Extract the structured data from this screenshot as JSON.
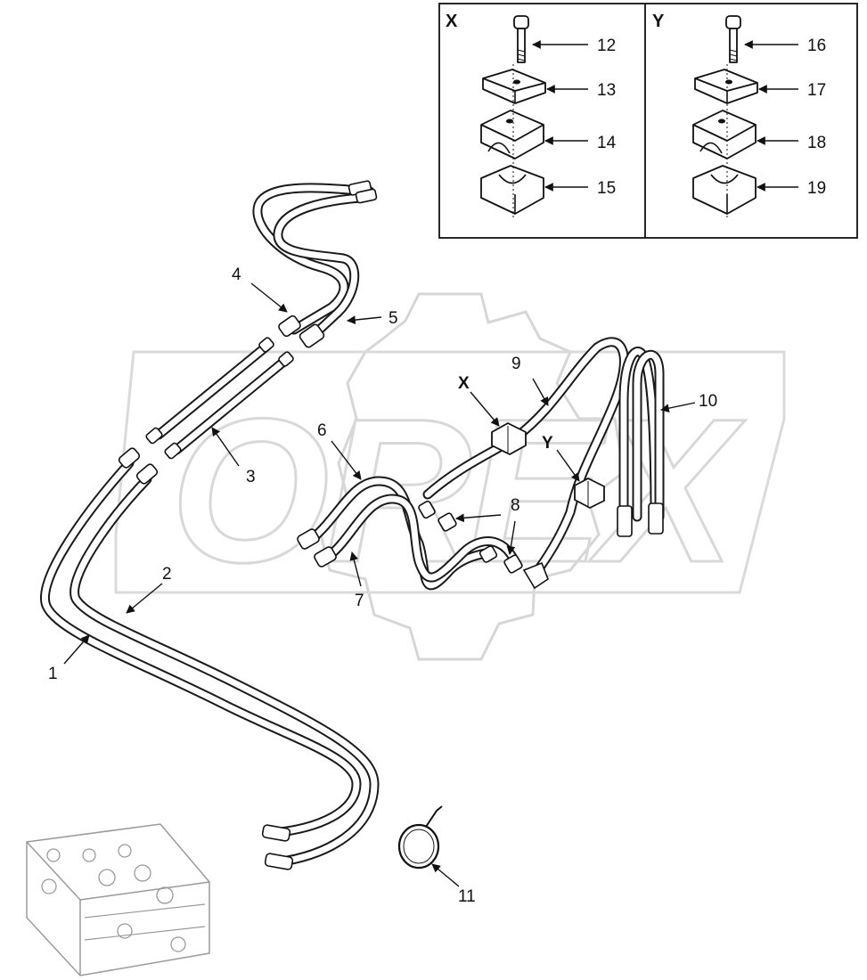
{
  "watermark": {
    "text": "OREX",
    "color": "#e4e4e4"
  },
  "inset": {
    "panels": [
      {
        "label": "X",
        "callouts": [
          "12",
          "13",
          "14",
          "15"
        ]
      },
      {
        "label": "Y",
        "callouts": [
          "16",
          "17",
          "18",
          "19"
        ]
      }
    ]
  },
  "callouts": {
    "c1": "1",
    "c2": "2",
    "c3": "3",
    "c4": "4",
    "c5": "5",
    "c6": "6",
    "c7": "7",
    "c8": "8",
    "c9": "9",
    "c10": "10",
    "c11": "11",
    "clamp_x": "X",
    "clamp_y": "Y"
  },
  "colors": {
    "line": "#111111",
    "background": "#ffffff",
    "watermark": "#e4e4e4"
  }
}
